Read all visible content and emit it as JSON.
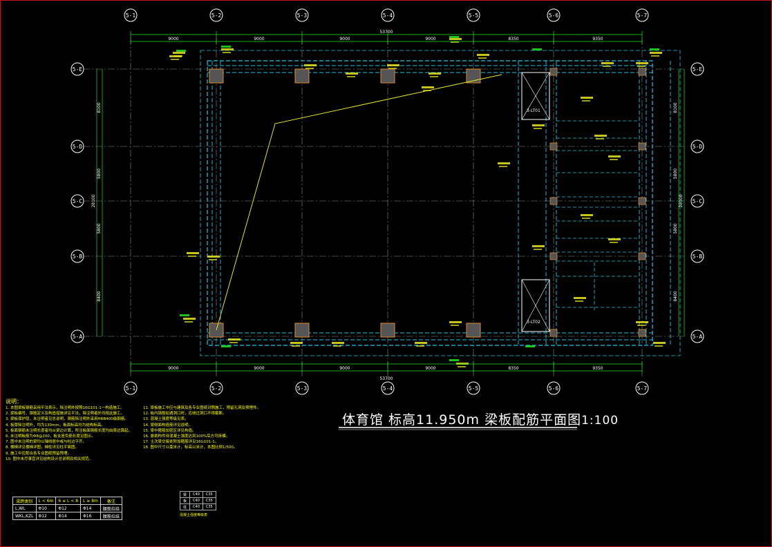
{
  "drawing": {
    "title": "体育馆 标高11.950m 梁板配筋平面图",
    "scale": "1:100"
  },
  "grid": {
    "columns": [
      "5-1",
      "5-2",
      "5-3",
      "5-4",
      "5-5",
      "5-6",
      "5-7"
    ],
    "rows": [
      "5-E",
      "5-D",
      "5-C",
      "5-B",
      "5-A"
    ],
    "column_spacings": [
      "9000",
      "9000",
      "9000",
      "9000",
      "8350",
      "9350"
    ],
    "total_width": "53700",
    "row_spacings": [
      "8100",
      "5800",
      "5800",
      "8400"
    ],
    "total_height": "28100"
  },
  "stair_labels": [
    "3-LT01",
    "3-LT02"
  ],
  "notes_heading": "说明：",
  "notes_left": [
    "1. 本图梁板钢筋采用平法表示，除注明外按照16G101-1一构造施工。",
    "2. 梁板编号、钢筋定义及构造措施详见平法，除注明者外均按此施工。",
    "3. 梁板保护层，未注明者见总说明，钢筋除注明外采用HRB400级钢筋。",
    "4. 板厚除注明外，均为130mm，板面标高均为结构标高。",
    "5. 板面钢筋未注明长度者均从梁边计算，所注板面钢筋长度均由梁边算起。",
    "6. 未注明板筋为Φ8@200，板支座负筋长度见图示。",
    "7. 图中未注明的梁均以轴线居中或与柱边平齐。",
    "8. 楼梯详见楼梯详图，梯柱详见柱平面图。",
    "9. 施工中应配合各专业图纸预留预埋。",
    "10. 图中未尽事宜详见结构设计总说明及相关规范。"
  ],
  "notes_right": [
    "11. 梁板施工中应与建筑及各专业图纸对照施工，预留孔洞及预埋件。",
    "12. 板内钢筋如遇洞口时，应绕过洞口不得截断。",
    "13. 混凝土强度等级见表。",
    "14. 梁侧面构造筋详见说明。",
    "15. 梁中箍筋加密区详见构造。",
    "16. 悬挑构件待混凝土强度达到100%后方可拆模。",
    "17. 主次梁交接处附加箍筋详见16G101-1。",
    "18. 图中尺寸以毫米计，标高以米计，本图比例1/500。"
  ],
  "rebar_table": {
    "headers": [
      "梁跨类别",
      "L < 6m",
      "6 ≤ L < 8",
      "L ≥ 8m",
      "备注"
    ],
    "rows": [
      [
        "L,WL",
        "Φ10",
        "Φ12",
        "Φ14",
        "腰筋拉结"
      ],
      [
        "WKL,KZL",
        "Φ12",
        "Φ14",
        "Φ16",
        "腰筋拉结"
      ]
    ]
  },
  "concrete_table": {
    "rows": [
      [
        "梁",
        "C40",
        "C35"
      ],
      [
        "板",
        "C40",
        "C35"
      ],
      [
        "柱",
        "C40",
        "C35"
      ]
    ],
    "caption": "混凝土强度等级表"
  }
}
